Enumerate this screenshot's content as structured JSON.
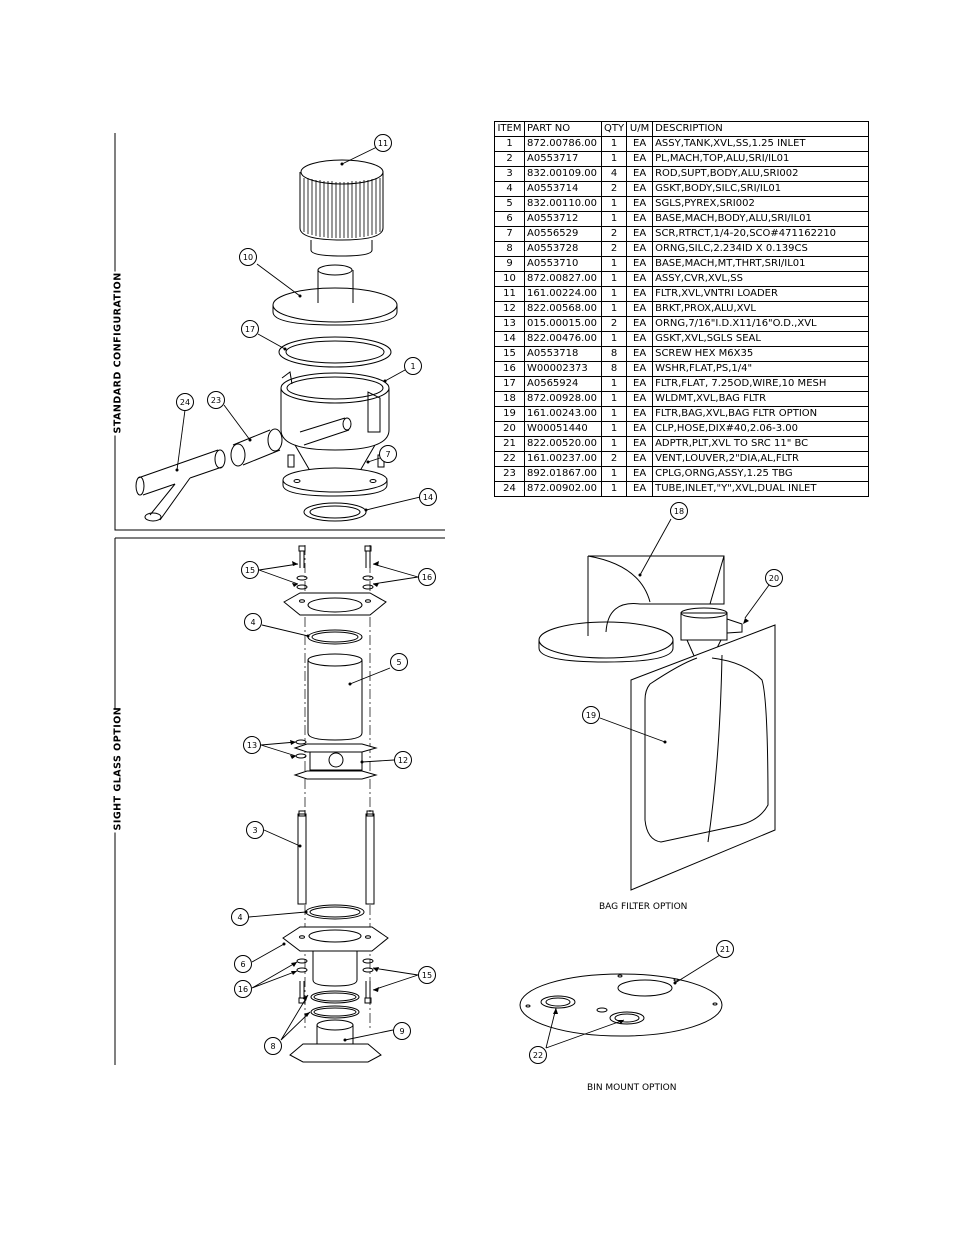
{
  "sections": {
    "standard": "STANDARD CONFIGURATION",
    "sight_glass": "SIGHT GLASS OPTION"
  },
  "captions": {
    "bag_filter": "BAG FILTER OPTION",
    "bin_mount": "BIN MOUNT OPTION"
  },
  "bom": {
    "headers": [
      "ITEM",
      "PART NO",
      "QTY",
      "U/M",
      "DESCRIPTION"
    ],
    "rows": [
      [
        "1",
        "872.00786.00",
        "1",
        "EA",
        "ASSY,TANK,XVL,SS,1.25 INLET"
      ],
      [
        "2",
        "A0553717",
        "1",
        "EA",
        "PL,MACH,TOP,ALU,SRI/IL01"
      ],
      [
        "3",
        "832.00109.00",
        "4",
        "EA",
        "ROD,SUPT,BODY,ALU,SRI002"
      ],
      [
        "4",
        "A0553714",
        "2",
        "EA",
        "GSKT,BODY,SILC,SRI/IL01"
      ],
      [
        "5",
        "832.00110.00",
        "1",
        "EA",
        "SGLS,PYREX,SRI002"
      ],
      [
        "6",
        "A0553712",
        "1",
        "EA",
        "BASE,MACH,BODY,ALU,SRI/IL01"
      ],
      [
        "7",
        "A0556529",
        "2",
        "EA",
        "SCR,RTRCT,1/4-20,SCO#471162210"
      ],
      [
        "8",
        "A0553728",
        "2",
        "EA",
        "ORNG,SILC,2.234ID X 0.139CS"
      ],
      [
        "9",
        "A0553710",
        "1",
        "EA",
        "BASE,MACH,MT,THRT,SRI/IL01"
      ],
      [
        "10",
        "872.00827.00",
        "1",
        "EA",
        "ASSY,CVR,XVL,SS"
      ],
      [
        "11",
        "161.00224.00",
        "1",
        "EA",
        "FLTR,XVL,VNTRI LOADER"
      ],
      [
        "12",
        "822.00568.00",
        "1",
        "EA",
        "BRKT,PROX,ALU,XVL"
      ],
      [
        "13",
        "015.00015.00",
        "2",
        "EA",
        "ORNG,7/16\"I.D.X11/16\"O.D.,XVL"
      ],
      [
        "14",
        "822.00476.00",
        "1",
        "EA",
        "GSKT,XVL,SGLS SEAL"
      ],
      [
        "15",
        "A0553718",
        "8",
        "EA",
        "SCREW HEX M6X35"
      ],
      [
        "16",
        "W00002373",
        "8",
        "EA",
        "WSHR,FLAT,PS,1/4\""
      ],
      [
        "17",
        "A0565924",
        "1",
        "EA",
        "FLTR,FLAT, 7.25OD,WIRE,10 MESH"
      ],
      [
        "18",
        "872.00928.00",
        "1",
        "EA",
        "WLDMT,XVL,BAG FLTR"
      ],
      [
        "19",
        "161.00243.00",
        "1",
        "EA",
        "FLTR,BAG,XVL,BAG FLTR OPTION"
      ],
      [
        "20",
        "W00051440",
        "1",
        "EA",
        "CLP,HOSE,DIX#40,2.06-3.00"
      ],
      [
        "21",
        "822.00520.00",
        "1",
        "EA",
        "ADPTR,PLT,XVL TO SRC 11\" BC"
      ],
      [
        "22",
        "161.00237.00",
        "2",
        "EA",
        "VENT,LOUVER,2\"DIA,AL,FLTR"
      ],
      [
        "23",
        "892.01867.00",
        "1",
        "EA",
        "CPLG,ORNG,ASSY,1.25 TBG"
      ],
      [
        "24",
        "872.00902.00",
        "1",
        "EA",
        "TUBE,INLET,\"Y\",XVL,DUAL INLET"
      ]
    ]
  },
  "balloons": [
    {
      "id": "11",
      "name": "balloon-11"
    },
    {
      "id": "10",
      "name": "balloon-10"
    },
    {
      "id": "17",
      "name": "balloon-17"
    },
    {
      "id": "1",
      "name": "balloon-1"
    },
    {
      "id": "24",
      "name": "balloon-24"
    },
    {
      "id": "23",
      "name": "balloon-23"
    },
    {
      "id": "7",
      "name": "balloon-7"
    },
    {
      "id": "14",
      "name": "balloon-14"
    },
    {
      "id": "15",
      "name": "balloon-15-top"
    },
    {
      "id": "16",
      "name": "balloon-16-top"
    },
    {
      "id": "4",
      "name": "balloon-4-top"
    },
    {
      "id": "5",
      "name": "balloon-5"
    },
    {
      "id": "13",
      "name": "balloon-13"
    },
    {
      "id": "12",
      "name": "balloon-12"
    },
    {
      "id": "3",
      "name": "balloon-3"
    },
    {
      "id": "4",
      "name": "balloon-4-bottom"
    },
    {
      "id": "6",
      "name": "balloon-6"
    },
    {
      "id": "16",
      "name": "balloon-16-bottom"
    },
    {
      "id": "15",
      "name": "balloon-15-bottom"
    },
    {
      "id": "8",
      "name": "balloon-8"
    },
    {
      "id": "9",
      "name": "balloon-9"
    },
    {
      "id": "18",
      "name": "balloon-18"
    },
    {
      "id": "20",
      "name": "balloon-20"
    },
    {
      "id": "19",
      "name": "balloon-19"
    },
    {
      "id": "21",
      "name": "balloon-21"
    },
    {
      "id": "22",
      "name": "balloon-22"
    }
  ]
}
